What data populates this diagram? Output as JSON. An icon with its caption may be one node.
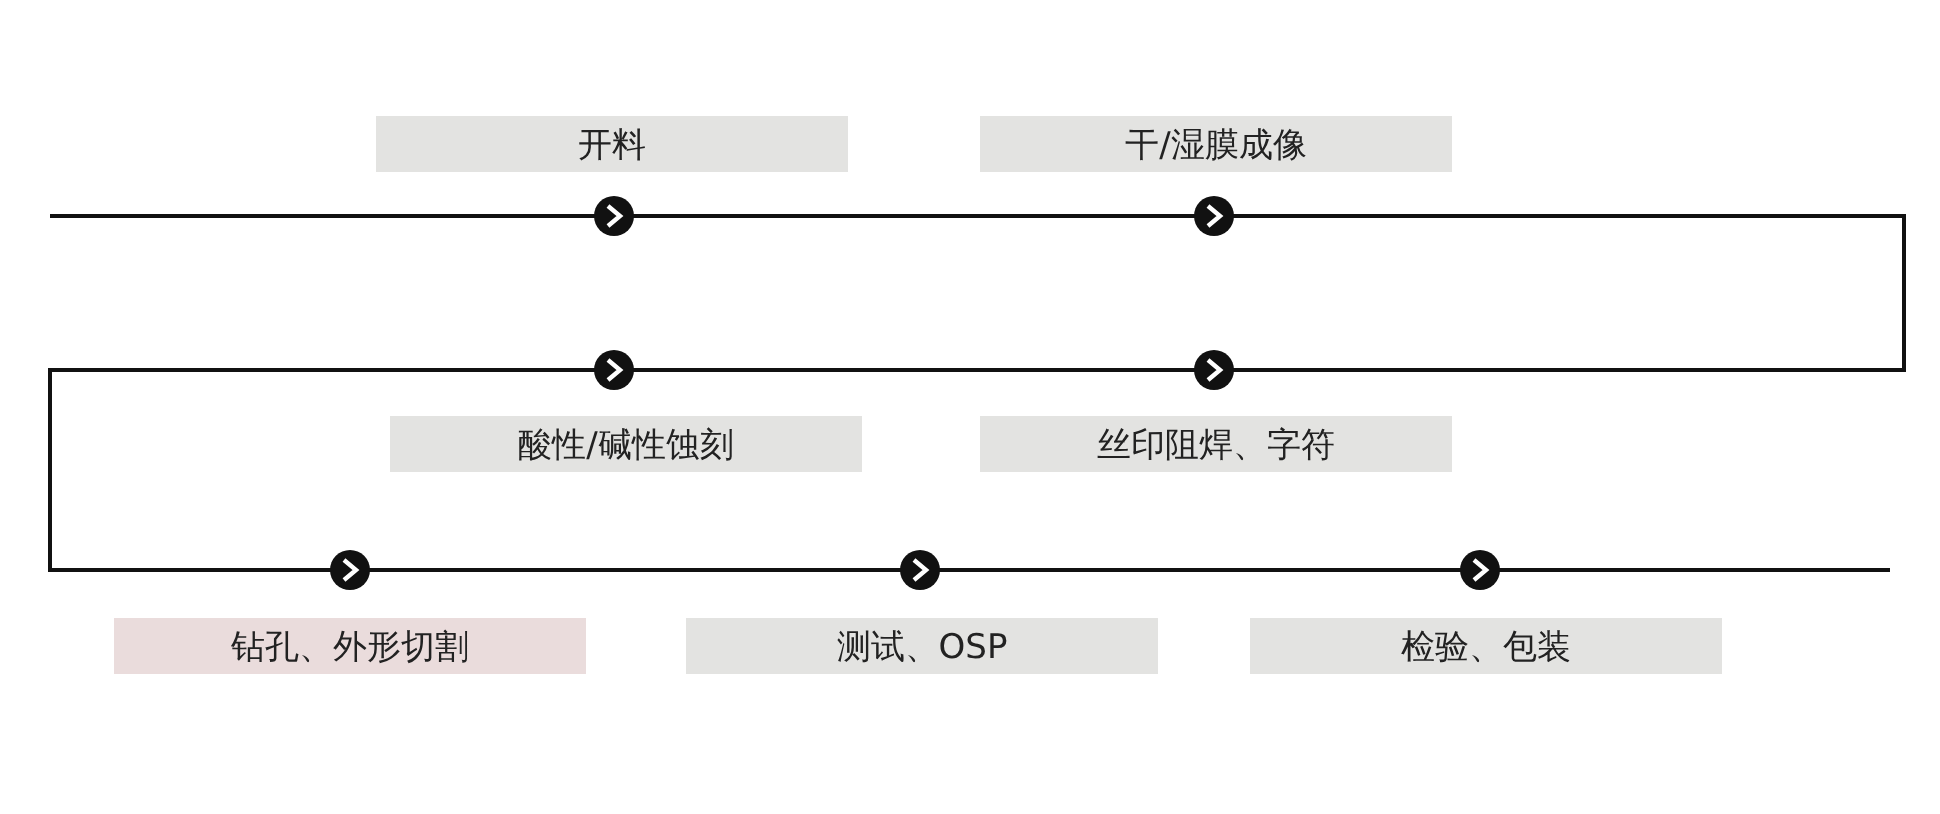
{
  "diagram": {
    "nodes": [
      {
        "text": [
          "开料"
        ]
      },
      {
        "text": [
          "干/湿膜成像"
        ]
      },
      {
        "text": [
          "酸性/碱性蚀刻"
        ]
      },
      {
        "text": [
          "丝印阻焊、字符"
        ]
      },
      {
        "text": [
          "钻孔、外形切割"
        ]
      },
      {
        "text": [
          "测试、OSP"
        ]
      },
      {
        "text": [
          "检验、包装"
        ]
      }
    ]
  }
}
